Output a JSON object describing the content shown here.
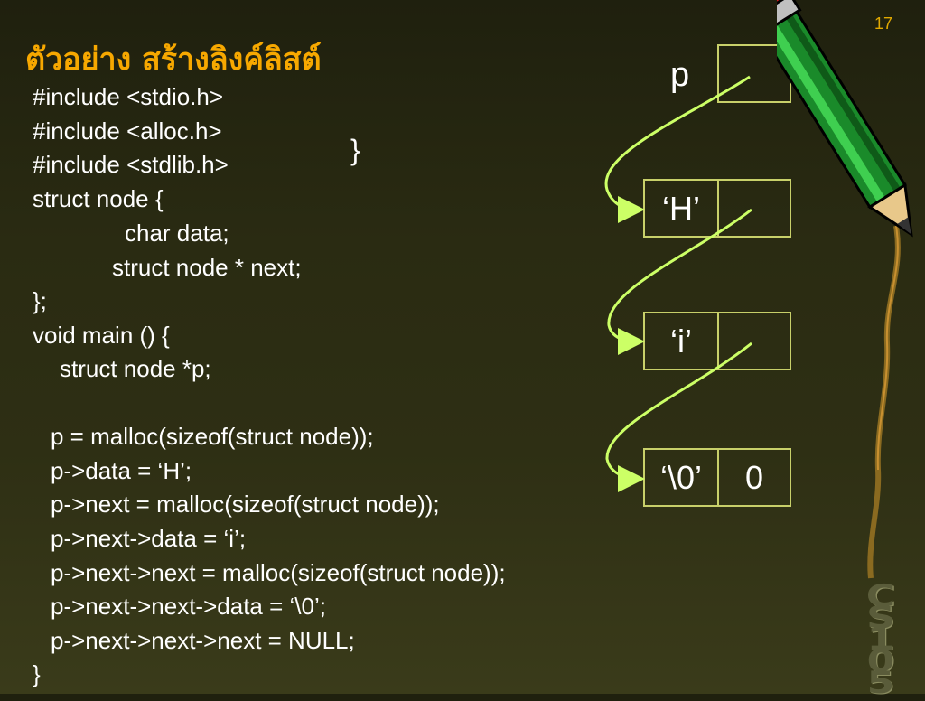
{
  "slide": {
    "number": "17",
    "title": "ตัวอย่าง สร้างลิงค์ลิสต์"
  },
  "code": {
    "lines": [
      "#include <stdio.h>",
      "#include <alloc.h>",
      "#include <stdlib.h>",
      "struct node {",
      "char data;",
      "struct node * next;",
      "};",
      "void main () {",
      "struct node *p;",
      "p = malloc(sizeof(struct node));",
      "p->data = ‘H’;",
      "p->next = malloc(sizeof(struct node));",
      "p->next->data = ‘i’;",
      "p->next->next = malloc(sizeof(struct node));",
      "p->next->next->data = ‘\\0’;",
      "p->next->next->next = NULL;",
      "}"
    ],
    "stray_brace": "}"
  },
  "diagram": {
    "pointer_label": "p",
    "nodes": [
      {
        "data": "‘H’",
        "next": ""
      },
      {
        "data": "‘i’",
        "next": ""
      },
      {
        "data": "‘\\0’",
        "next": "0"
      }
    ],
    "arrow_color": "#ccff66",
    "cell_border_color": "#c8d06a"
  },
  "decor": {
    "cs_letters": [
      "C",
      "S",
      "1",
      "0",
      "5"
    ]
  },
  "colors": {
    "title": "#f7a800",
    "slide_number": "#e0a800",
    "text": "#ffffff"
  }
}
